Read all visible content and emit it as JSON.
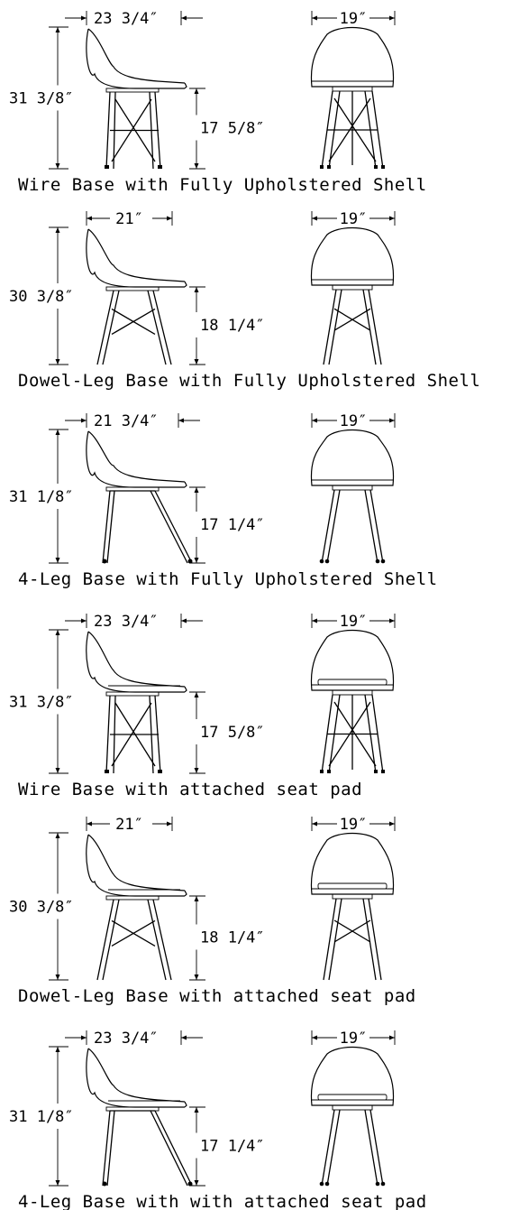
{
  "sections": [
    {
      "caption": "Wire Base with Fully Upholstered Shell",
      "base": "wire",
      "depth_label": "23 3/4″",
      "height_label": "31 3/8″",
      "seat_label": "17 5/8″",
      "width_label": "19″"
    },
    {
      "caption": "Dowel-Leg Base with Fully Upholstered Shell",
      "base": "dowel",
      "depth_label": "21″",
      "height_label": "30 3/8″",
      "seat_label": "18 1/4″",
      "width_label": "19″"
    },
    {
      "caption": "4-Leg Base with Fully Upholstered Shell",
      "base": "four-leg",
      "depth_label": "21 3/4″",
      "height_label": "31 1/8″",
      "seat_label": "17 1/4″",
      "width_label": "19″"
    },
    {
      "caption": "Wire Base with attached seat pad",
      "base": "wire",
      "depth_label": "23 3/4″",
      "height_label": "31 3/8″",
      "seat_label": "17 5/8″",
      "width_label": "19″"
    },
    {
      "caption": "Dowel-Leg Base with attached seat pad",
      "base": "dowel",
      "depth_label": "21″",
      "height_label": "30 3/8″",
      "seat_label": "18 1/4″",
      "width_label": "19″"
    },
    {
      "caption": "4-Leg Base with with attached seat pad",
      "base": "four-leg",
      "depth_label": "23 3/4″",
      "height_label": "31 1/8″",
      "seat_label": "17 1/4″",
      "width_label": "19″"
    }
  ]
}
